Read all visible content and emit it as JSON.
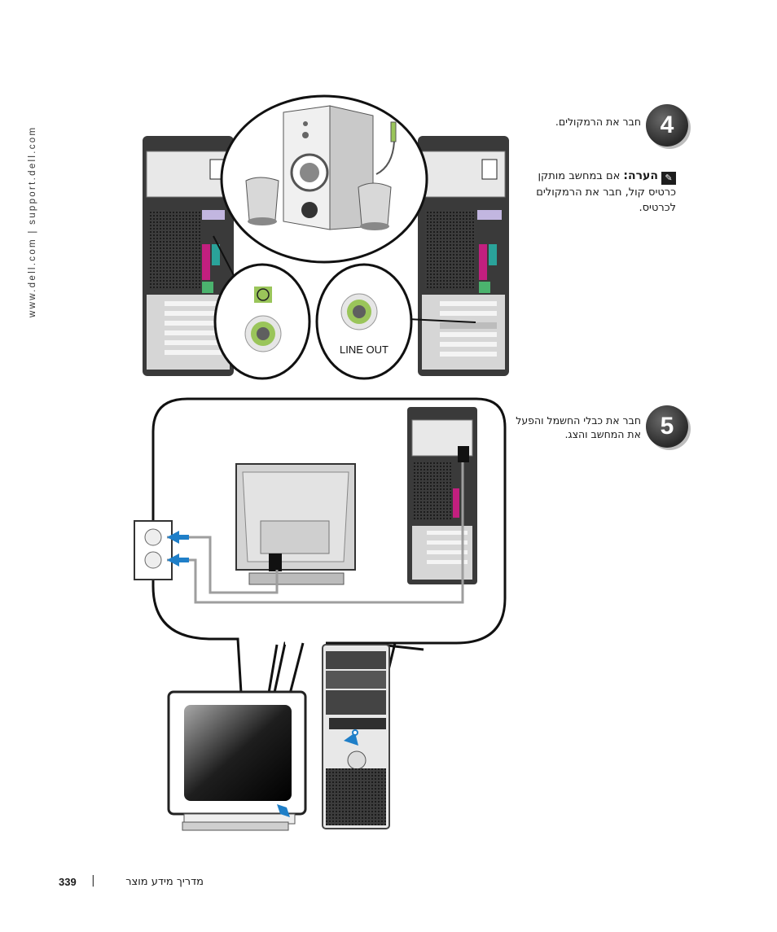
{
  "sidebar": {
    "url": "www.dell.com | support.dell.com"
  },
  "step4": {
    "number": "4",
    "text": "חבר את הרמקולים.",
    "note_icon": "pencil-note-icon",
    "note_label": "הערה:",
    "note_text": "אם במחשב מותקן כרטיס קול, חבר את הרמקולים לכרטיס.",
    "illustration": {
      "port_label": "LINE OUT"
    }
  },
  "step5": {
    "number": "5",
    "text": "חבר את כבלי החשמל והפעל את המחשב והצג."
  },
  "footer": {
    "page_number": "339",
    "separator": "|",
    "title": "מדריך מידע מוצר"
  },
  "colors": {
    "accent_blue": "#1f7fc8",
    "audio_green": "#9ac55a",
    "dark": "#2a2a2a"
  }
}
